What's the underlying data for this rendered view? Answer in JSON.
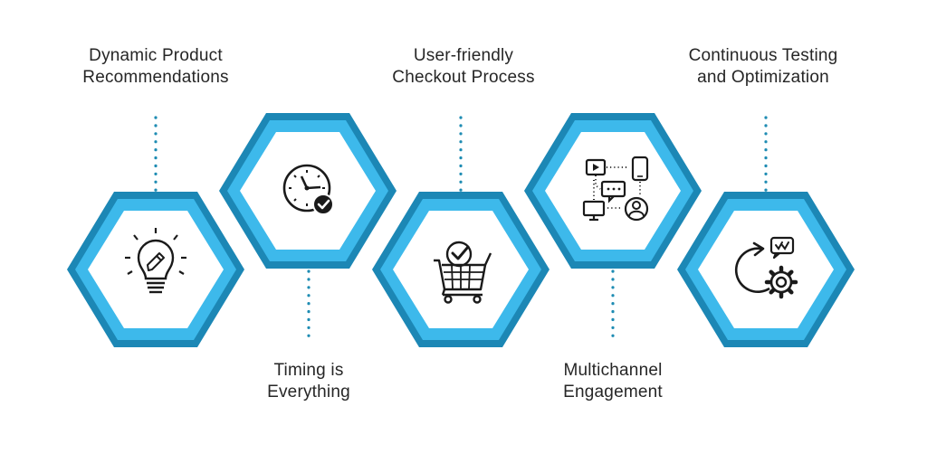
{
  "colors": {
    "hex_outer": "#1C87B5",
    "hex_ring": "#3DB9EB",
    "hex_inner": "#FFFFFF",
    "connector": "#1E8CB3",
    "icon": "#1A1A1A",
    "text": "#262626"
  },
  "steps": [
    {
      "icon": "lightbulb-pencil-icon",
      "title_line1": "Dynamic Product",
      "title_line2": "Recommendations"
    },
    {
      "icon": "clock-check-icon",
      "title_line1": "Timing is",
      "title_line2": "Everything"
    },
    {
      "icon": "shopping-cart-check-icon",
      "title_line1": "User-friendly",
      "title_line2": "Checkout Process"
    },
    {
      "icon": "multichannel-devices-icon",
      "title_line1": "Multichannel",
      "title_line2": "Engagement"
    },
    {
      "icon": "testing-optimization-gear-icon",
      "title_line1": "Continuous Testing",
      "title_line2": "and Optimization"
    }
  ]
}
